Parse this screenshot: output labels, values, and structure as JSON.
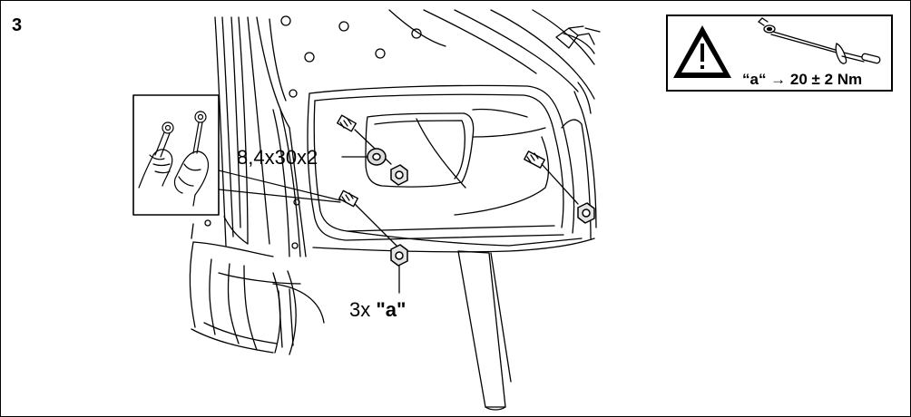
{
  "step_number": "3",
  "washer_label": "8,4x30x2",
  "nut_label": {
    "count": "3x",
    "code": "\"a\""
  },
  "torque_spec": "“a“ → 20 ± 2 Nm",
  "icons": {
    "warning": "warning-triangle-icon",
    "tool": "torque-wrench-icon",
    "inset": "hands-wrench-icon"
  }
}
